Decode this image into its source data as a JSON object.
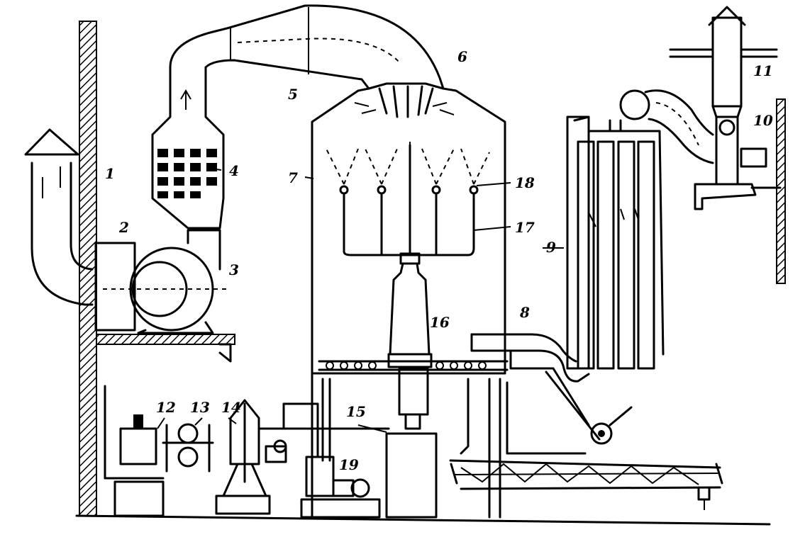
{
  "labels": {
    "l1": "1",
    "l2": "2",
    "l3": "3",
    "l4": "4",
    "l5": "5",
    "l6": "6",
    "l7": "7",
    "l8": "8",
    "l9": "9",
    "l10": "10",
    "l11": "11",
    "l12": "12",
    "l13": "13",
    "l14": "14",
    "l15": "15",
    "l16": "16",
    "l17": "17",
    "l18": "18",
    "l19": "19"
  },
  "colors": {
    "ink": "#000000",
    "paper": "#ffffff"
  }
}
